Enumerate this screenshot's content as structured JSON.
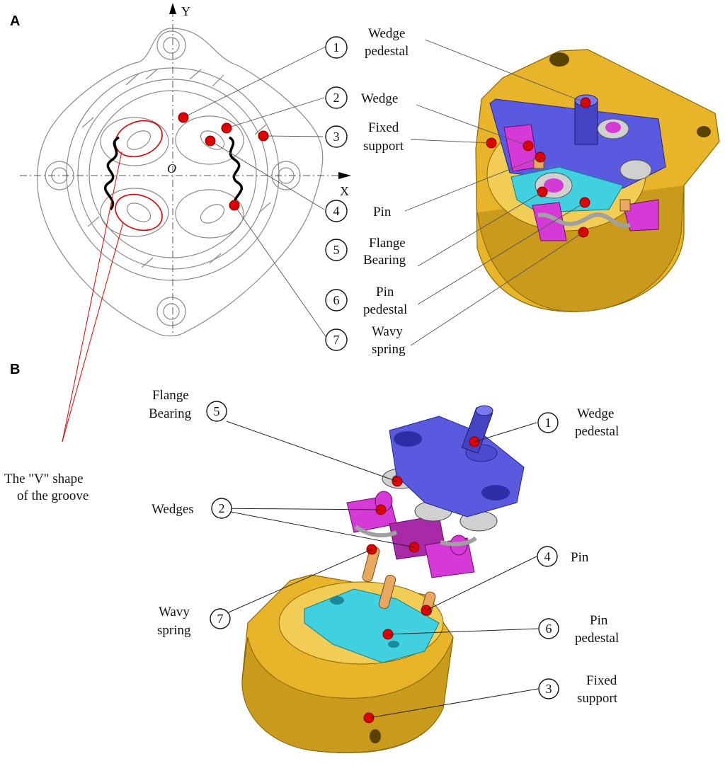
{
  "panels": {
    "a": "A",
    "b": "B"
  },
  "axes": {
    "x": "X",
    "y": "Y",
    "origin": "O"
  },
  "groove_note": {
    "line1": "The \"V\" shape",
    "line2": "of the groove"
  },
  "parts_a": [
    {
      "num": "1",
      "lines": [
        "Wedge",
        "pedestal"
      ]
    },
    {
      "num": "2",
      "lines": [
        "Wedge"
      ]
    },
    {
      "num": "3",
      "lines": [
        "Fixed",
        "support"
      ]
    },
    {
      "num": "4",
      "lines": [
        "Pin"
      ]
    },
    {
      "num": "5",
      "lines": [
        "Flange",
        "Bearing"
      ]
    },
    {
      "num": "6",
      "lines": [
        "Pin",
        "pedestal"
      ]
    },
    {
      "num": "7",
      "lines": [
        "Wavy",
        "spring"
      ]
    }
  ],
  "parts_b": [
    {
      "num": "5",
      "lines": [
        "Flange",
        "Bearing"
      ]
    },
    {
      "num": "1",
      "lines": [
        "Wedge",
        "pedestal"
      ]
    },
    {
      "num": "2",
      "lines": [
        "Wedges"
      ]
    },
    {
      "num": "4",
      "lines": [
        "Pin"
      ]
    },
    {
      "num": "7",
      "lines": [
        "Wavy",
        "spring"
      ]
    },
    {
      "num": "6",
      "lines": [
        "Pin",
        "pedestal"
      ]
    },
    {
      "num": "3",
      "lines": [
        "Fixed",
        "support"
      ]
    }
  ],
  "colors": {
    "housing": "#e8b52a",
    "housing_dark": "#b8860b",
    "wedge_pedestal": "#5a5ae0",
    "wedge": "#d63ad6",
    "pin_pedestal": "#40d0e0",
    "pin": "#e8a860",
    "bearing": "#d0d0d0",
    "marker": "#e00000"
  }
}
